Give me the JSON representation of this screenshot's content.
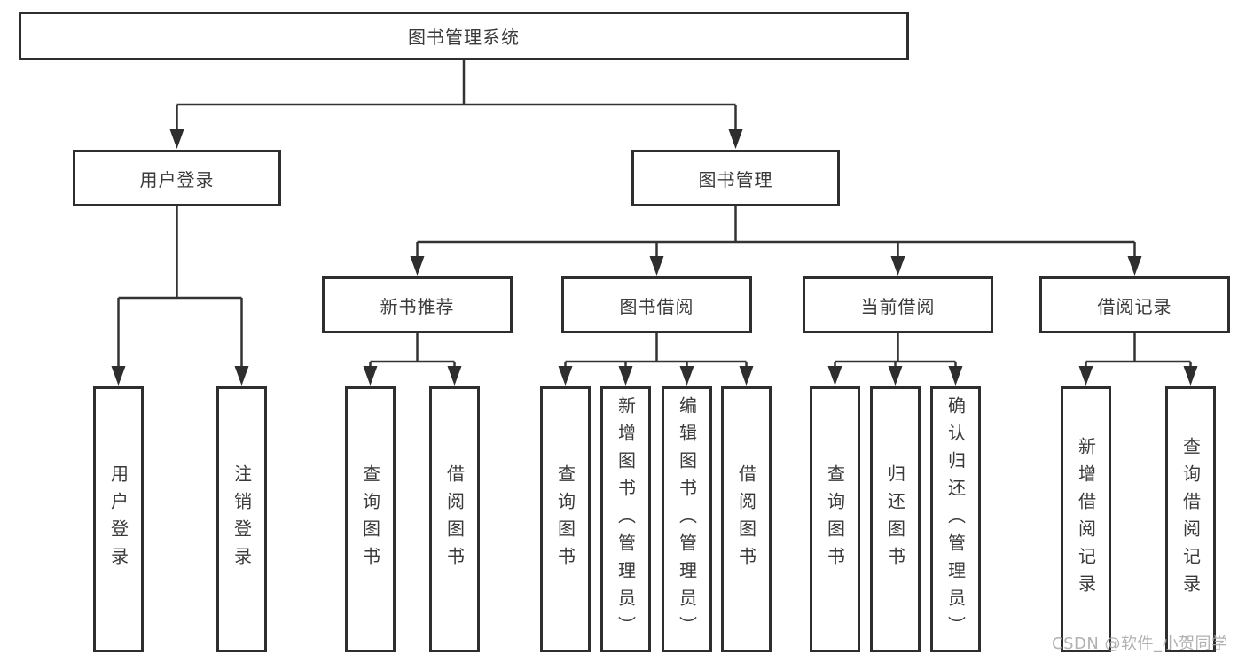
{
  "diagram": {
    "root": {
      "label": "图书管理系统"
    },
    "branches": [
      {
        "label": "用户登录",
        "children": [
          {
            "label": "用户登录"
          },
          {
            "label": "注销登录"
          }
        ]
      },
      {
        "label": "图书管理",
        "children": [
          {
            "label": "新书推荐",
            "children": [
              {
                "label": "查询图书"
              },
              {
                "label": "借阅图书"
              }
            ]
          },
          {
            "label": "图书借阅",
            "children": [
              {
                "label": "查询图书"
              },
              {
                "label": "新增图书（管理员）"
              },
              {
                "label": "编辑图书（管理员）"
              },
              {
                "label": "借阅图书"
              }
            ]
          },
          {
            "label": "当前借阅",
            "children": [
              {
                "label": "查询图书"
              },
              {
                "label": "归还图书"
              },
              {
                "label": "确认归还（管理员）"
              }
            ]
          },
          {
            "label": "借阅记录",
            "children": [
              {
                "label": "新增借阅记录"
              },
              {
                "label": "查询借阅记录"
              }
            ]
          }
        ]
      }
    ]
  },
  "watermark": {
    "text": "CSDN @软件_小贺同学"
  },
  "colors": {
    "line": "#333333",
    "box_border": "#2e2e2e",
    "text": "#3a3a3a",
    "watermark": "#a9a9a9",
    "background": "#ffffff"
  }
}
